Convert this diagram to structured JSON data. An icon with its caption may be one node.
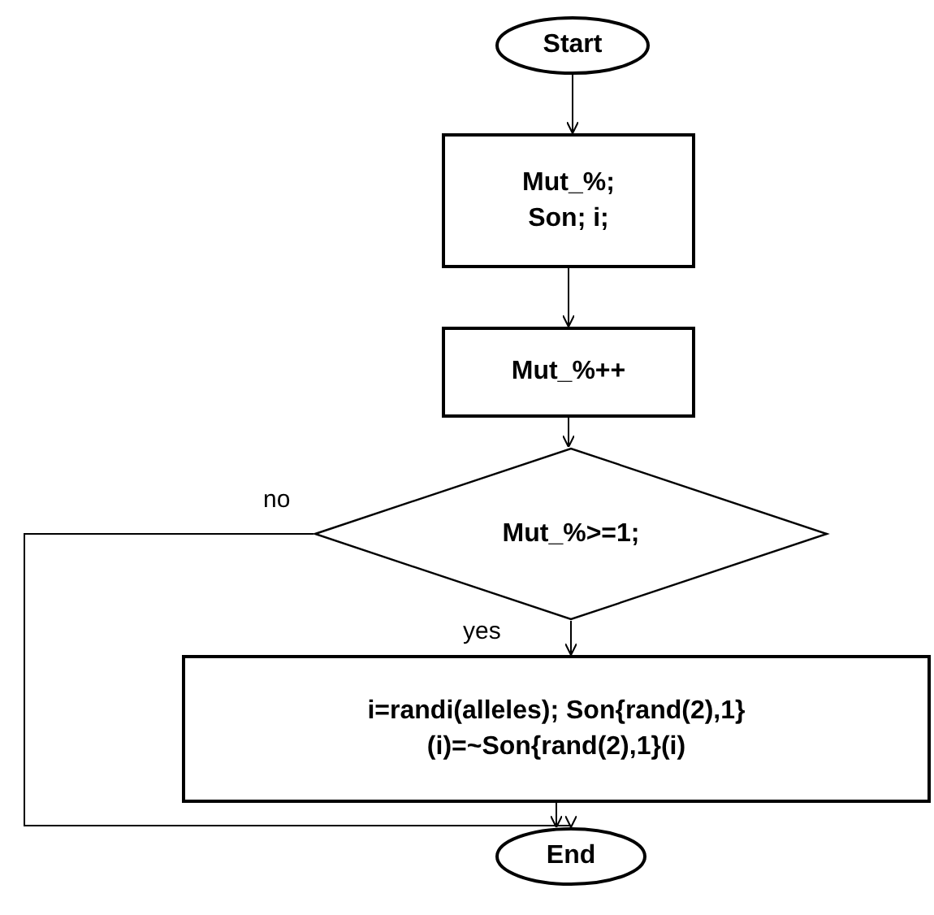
{
  "diagram": {
    "nodes": [
      {
        "text": [
          "Start"
        ]
      },
      {
        "text": [
          "Mut_%; Son; i;"
        ]
      },
      {
        "text": [
          "Mut_%++"
        ]
      },
      {
        "text": [
          "Mut_%>=1;"
        ]
      },
      {
        "text": [
          "i=randi(alleles); Son{rand(2),1}(i)=~Son{rand(2),1}(i)"
        ]
      },
      {
        "text": [
          "End"
        ]
      }
    ],
    "edges": [
      {
        "from": 0,
        "to": 1,
        "arrow": "to"
      },
      {
        "from": 1,
        "to": 2,
        "arrow": "to"
      },
      {
        "from": 2,
        "to": 3,
        "arrow": "to"
      },
      {
        "from": 3,
        "to": 4,
        "arrow": "to",
        "label": "yes"
      },
      {
        "from": 4,
        "to": 5,
        "arrow": "to"
      },
      {
        "from": 3,
        "to": 5,
        "arrow": "to",
        "label": "no"
      }
    ]
  }
}
